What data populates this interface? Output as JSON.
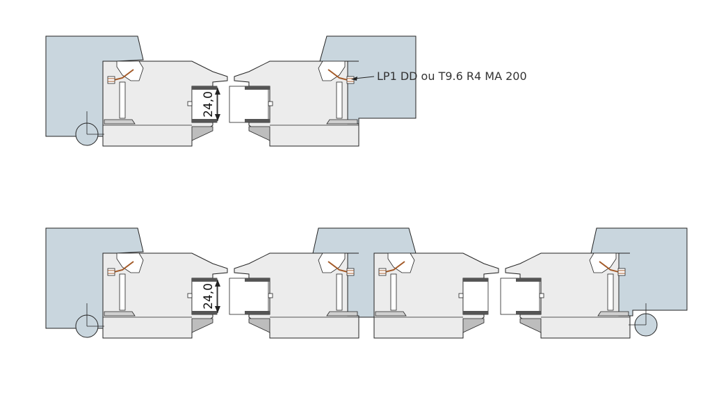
{
  "annotations": {
    "gasket_callout": "LP1 DD ou T9.6 R4 MA 200"
  },
  "dimensions": {
    "gap_top": "24,0",
    "gap_bottom": "24,0"
  },
  "colors": {
    "wall": "#c9d6de",
    "frame": "#ececec",
    "outline": "#222222",
    "shade": "#bdbdbd",
    "gasket": "#a35a28",
    "gap_fill": "#f7f7f7"
  }
}
